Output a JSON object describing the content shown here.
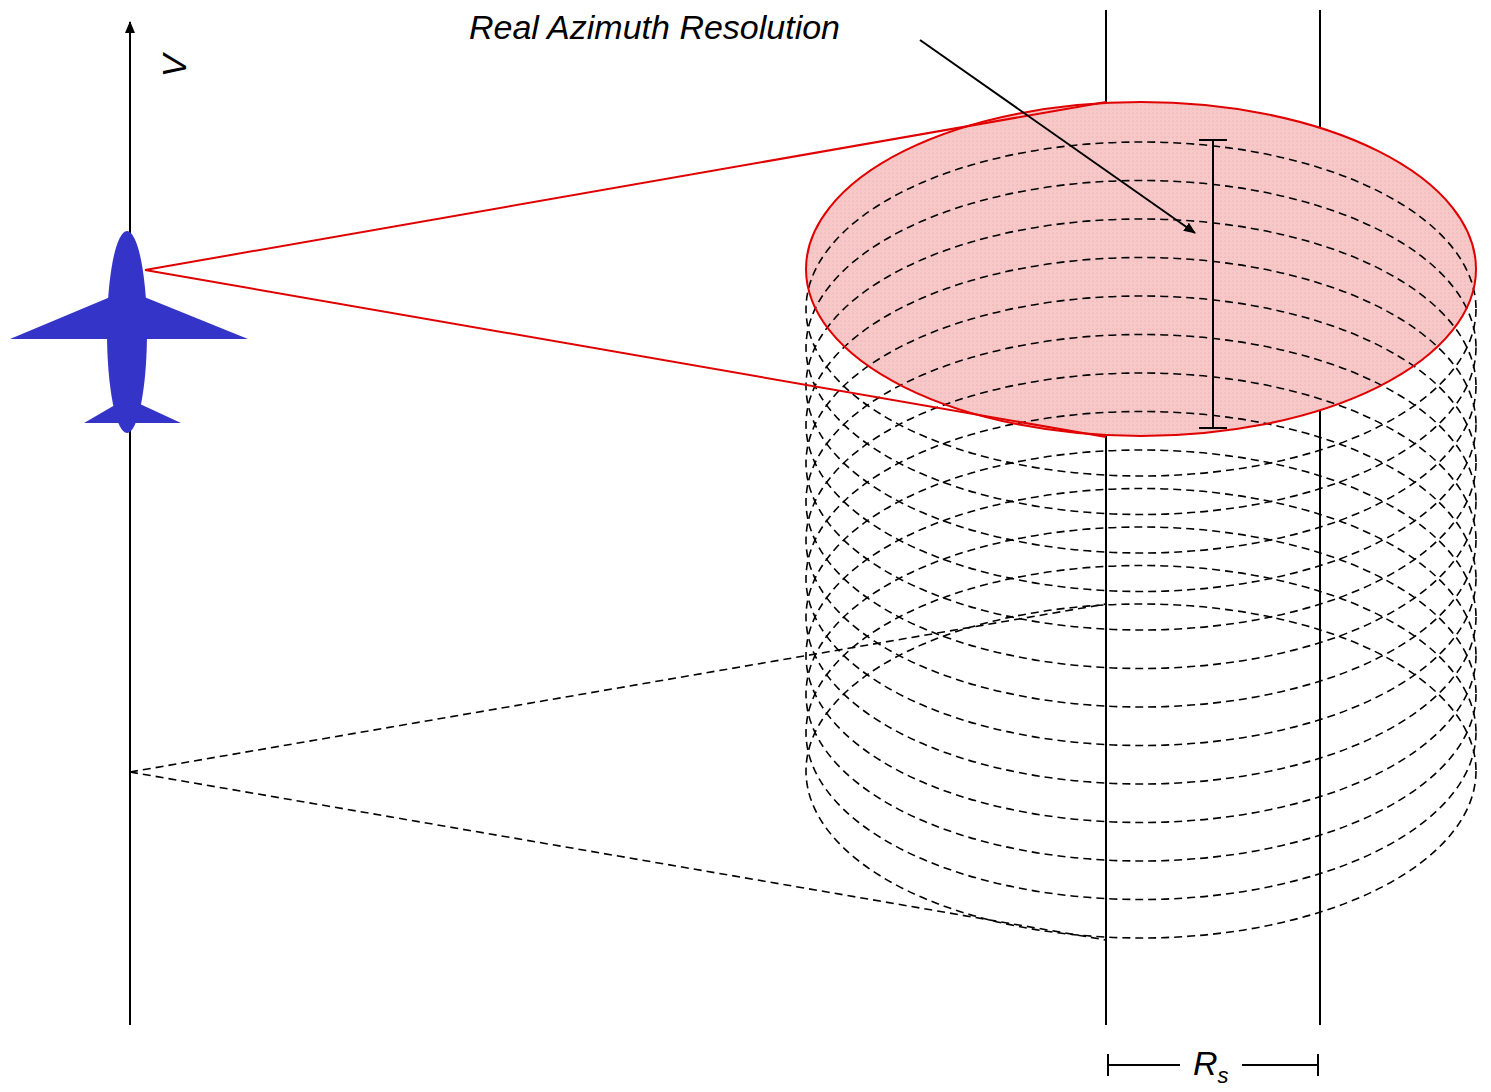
{
  "diagram": {
    "labels": [
      "Real Azimuth Resolution",
      "V",
      "R",
      "s"
    ]
  }
}
